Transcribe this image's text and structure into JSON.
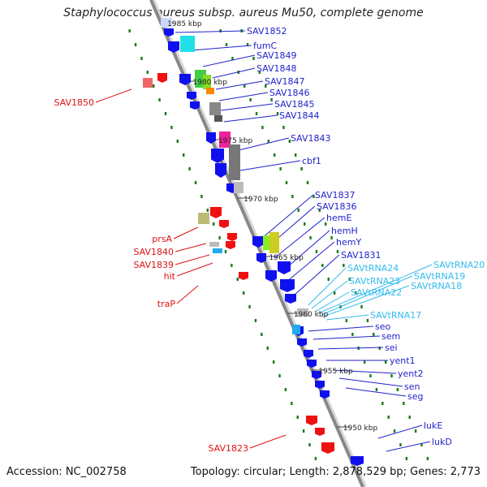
{
  "title": "Staphylococcus aureus subsp. aureus Mu50, complete genome",
  "footer": {
    "accession": "Accession: NC_002758",
    "summary": "Topology: circular; Length: 2,878,529 bp; Genes: 2,773"
  },
  "colors": {
    "backbone": "#888888",
    "forward_label": "#2222cc",
    "reverse_label": "#dd1111",
    "trna_label": "#33bbee",
    "tick": "#1a7a1a"
  },
  "position_ticks": [
    "1985 kbp",
    "1980 kbp",
    "1975 kbp",
    "1970 kbp",
    "1965 kbp",
    "1960 kbp",
    "1955 kbp",
    "1950 kbp"
  ],
  "forward_labels": [
    "SAV1852",
    "fumC",
    "SAV1849",
    "SAV1848",
    "SAV1847",
    "SAV1846",
    "SAV1845",
    "SAV1844",
    "SAV1843",
    "cbf1",
    "SAV1837",
    "SAV1836",
    "hemE",
    "hemH",
    "hemY",
    "SAV1831",
    "seo",
    "sem",
    "sei",
    "yent1",
    "yent2",
    "sen",
    "seg",
    "lukE",
    "lukD"
  ],
  "trna_labels": [
    "SAVtRNA24",
    "SAVtRNA23",
    "SAVtRNA22",
    "SAVtRNA20",
    "SAVtRNA19",
    "SAVtRNA18",
    "SAVtRNA17"
  ],
  "reverse_labels": [
    "SAV1850",
    "prsA",
    "SAV1840",
    "SAV1839",
    "hit",
    "traP",
    "SAV1823"
  ]
}
